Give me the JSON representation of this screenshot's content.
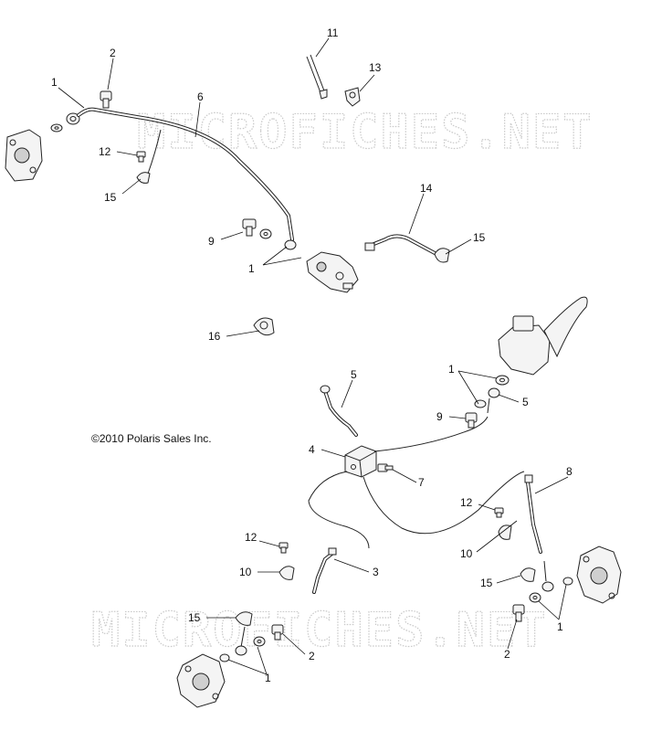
{
  "copyright": "©2010  Polaris Sales Inc.",
  "watermarks": [
    "MICROFICHES.NET",
    "MICROFICHES.NET"
  ],
  "callouts": {
    "top_1": "1",
    "top_2": "2",
    "top_6": "6",
    "top_11": "11",
    "top_13": "13",
    "top_12": "12",
    "top_15": "15",
    "top_9": "9",
    "top_1b": "1",
    "top_14": "14",
    "top_15b": "15",
    "top_16": "16",
    "mid_1": "1",
    "mid_5a": "5",
    "mid_5b": "5",
    "mid_9": "9",
    "mid_4": "4",
    "mid_7": "7",
    "mid_8": "8",
    "mid_12": "12",
    "mid_10": "10",
    "low_12": "12",
    "low_10": "10",
    "low_3": "3",
    "low_15": "15",
    "low_2": "2",
    "low_1": "1",
    "low_15r": "15",
    "low_1r": "1",
    "low_2r": "2"
  }
}
